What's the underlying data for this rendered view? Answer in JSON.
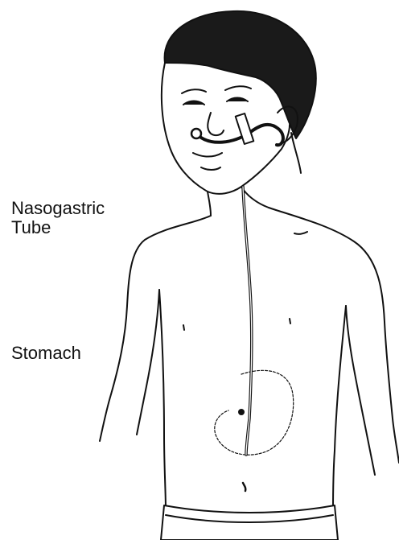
{
  "labels": {
    "tube_line1": "Nasogastric",
    "tube_line2": "Tube",
    "stomach": "Stomach"
  },
  "colors": {
    "ink": "#111111",
    "background": "#ffffff"
  }
}
